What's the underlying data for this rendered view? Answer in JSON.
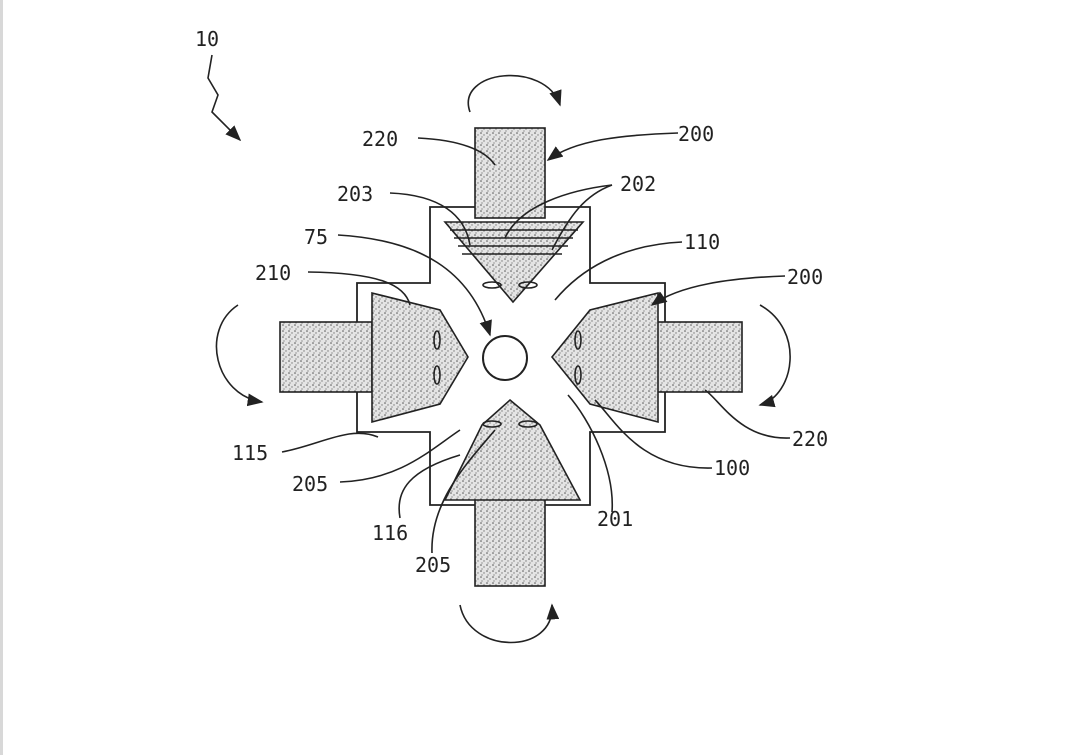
{
  "figure": {
    "ref_10": "10",
    "labels": {
      "l220_top": "220",
      "l200_top": "200",
      "l202": "202",
      "l203": "203",
      "l75": "75",
      "l110": "110",
      "l210": "210",
      "l200_right": "200",
      "l115": "115",
      "l220_right": "220",
      "l100": "100",
      "l205_left": "205",
      "l201": "201",
      "l116": "116",
      "l205_bottom": "205"
    }
  }
}
